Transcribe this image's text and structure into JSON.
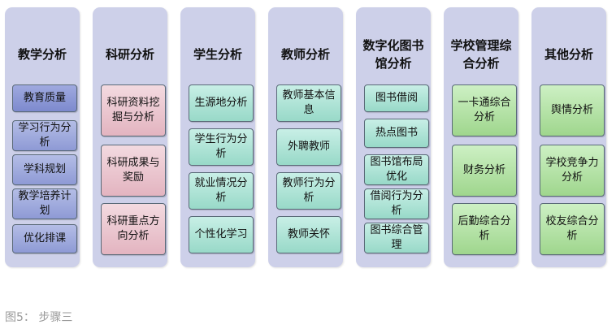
{
  "columns": [
    {
      "title": "教学分析",
      "items": [
        "教育质量",
        "学习行为分析",
        "学科规划",
        "教学培养计划",
        "优化排课"
      ]
    },
    {
      "title": "科研分析",
      "items": [
        "科研资料挖掘与分析",
        "科研成果与奖励",
        "科研重点方向分析"
      ]
    },
    {
      "title": "学生分析",
      "items": [
        "生源地分析",
        "学生行为分析",
        "就业情况分析",
        "个性化学习"
      ]
    },
    {
      "title": "教师分析",
      "items": [
        "教师基本信息",
        "外聘教师",
        "教师行为分析",
        "教师关怀"
      ]
    },
    {
      "title": "数字化图书馆分析",
      "items": [
        "图书借阅",
        "热点图书",
        "图书馆布局优化",
        "借阅行为分析",
        "图书综合管理"
      ]
    },
    {
      "title": "学校管理综合分析",
      "items": [
        "一卡通综合分析",
        "财务分析",
        "后勤综合分析"
      ]
    },
    {
      "title": "其他分析",
      "items": [
        "舆情分析",
        "学校竞争力分析",
        "校友综合分析"
      ]
    }
  ],
  "caption": "图5：  步骤三",
  "colors": {
    "panel": "#cdd0e9",
    "blue": "#8e9ad5",
    "pink": "#e3b4c0",
    "aqua": "#98d9c8",
    "green": "#9fd68d"
  }
}
